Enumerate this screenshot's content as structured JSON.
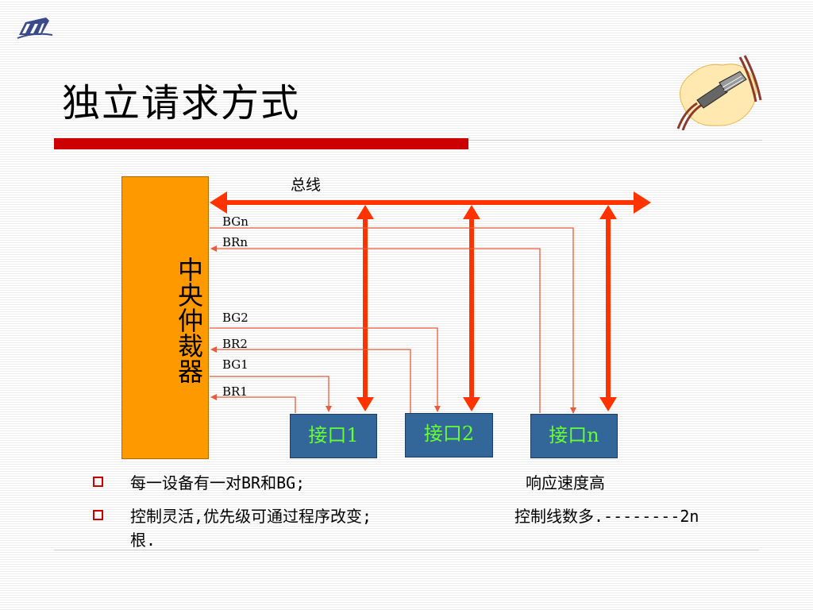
{
  "slide": {
    "title": "独立请求方式"
  },
  "diagram": {
    "bus_label": "总线",
    "arbiter_label": "中央仲裁器",
    "interfaces": [
      {
        "label": "接口1"
      },
      {
        "label": "接口2"
      },
      {
        "label": "接口n"
      }
    ],
    "signals": {
      "bgn": "BGn",
      "brn": "BRn",
      "bg2": "BG2",
      "br2": "BR2",
      "bg1": "BG1",
      "br1": "BR1"
    },
    "colors": {
      "bus_arrow": "#ff3300",
      "signal_line": "#e65c3c",
      "arbiter_fill": "#ff9900",
      "interface_fill": "#336699",
      "interface_text": "#66ff33"
    }
  },
  "bullets": [
    {
      "left": "每一设备有一对BR和BG;",
      "right": "响应速度高"
    },
    {
      "left": "控制灵活,优先级可通过程序改变;",
      "right": "控制线数多.--------2n",
      "cont": "根."
    }
  ],
  "decor": {
    "logo_icon": "school-logo-icon",
    "cable_icon": "network-cable-clipart-icon"
  }
}
